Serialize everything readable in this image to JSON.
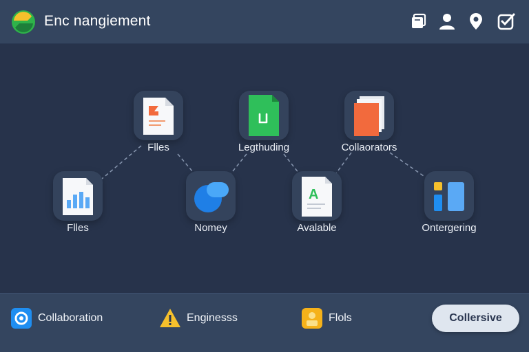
{
  "header": {
    "title": "Enc nangiement",
    "icons": [
      "notebook-icon",
      "user-icon",
      "location-pin-icon",
      "edit-checkbox-icon"
    ]
  },
  "nodes": [
    {
      "label": "Flles",
      "icon": "document-orange-icon"
    },
    {
      "label": "Legthuding",
      "icon": "document-green-icon"
    },
    {
      "label": "Collaorators",
      "icon": "stacked-pages-icon"
    },
    {
      "label": "Flles",
      "icon": "chart-document-icon"
    },
    {
      "label": "Nomey",
      "icon": "blue-blob-icon"
    },
    {
      "label": "Avalable",
      "icon": "text-document-icon"
    },
    {
      "label": "Ontergering",
      "icon": "blue-panels-icon"
    }
  ],
  "footer": {
    "items": [
      {
        "label": "Collaboration",
        "icon": "settings-blue-icon"
      },
      {
        "label": "Enginesss",
        "icon": "warning-icon"
      },
      {
        "label": "Flols",
        "icon": "user-badge-icon"
      }
    ],
    "button_label": "Collersive"
  },
  "colors": {
    "background": "#26324a",
    "header": "#34455f",
    "tile": "#34435c",
    "accent_blue": "#1f8ef1",
    "accent_orange": "#f26a3d",
    "accent_green": "#2fbf5a",
    "accent_yellow": "#f6c02c"
  }
}
